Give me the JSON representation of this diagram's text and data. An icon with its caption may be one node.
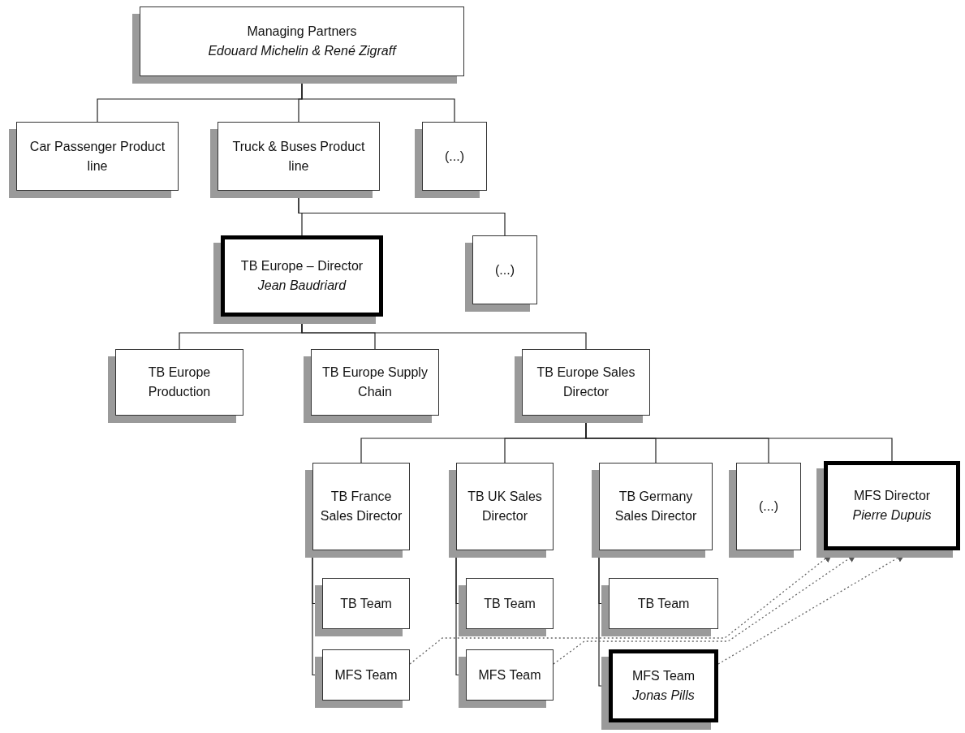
{
  "diagram": {
    "nodes": [
      {
        "text": [
          "Managing Partners",
          "Edouard Michelin & René Zigraff"
        ]
      },
      {
        "text": [
          "Car Passenger Product line"
        ]
      },
      {
        "text": [
          "Truck & Buses Product line"
        ]
      },
      {
        "text": [
          "(...)"
        ]
      },
      {
        "text": [
          "TB Europe – Director",
          "Jean Baudriard"
        ]
      },
      {
        "text": [
          "(...)"
        ]
      },
      {
        "text": [
          "TB Europe Production"
        ]
      },
      {
        "text": [
          "TB Europe Supply Chain"
        ]
      },
      {
        "text": [
          "TB Europe Sales Director"
        ]
      },
      {
        "text": [
          "TB France Sales Director"
        ]
      },
      {
        "text": [
          "TB UK Sales Director"
        ]
      },
      {
        "text": [
          "TB Germany Sales Director"
        ]
      },
      {
        "text": [
          "(...)"
        ]
      },
      {
        "text": [
          "MFS Director",
          "Pierre Dupuis"
        ]
      },
      {
        "text": [
          "TB Team"
        ]
      },
      {
        "text": [
          "MFS Team"
        ]
      },
      {
        "text": [
          "TB Team"
        ]
      },
      {
        "text": [
          "MFS Team"
        ]
      },
      {
        "text": [
          "TB Team"
        ]
      },
      {
        "text": [
          "MFS Team",
          "Jonas Pills"
        ]
      }
    ],
    "edges": [
      {
        "from": 0,
        "to": 1,
        "arrow": "none"
      },
      {
        "from": 0,
        "to": 2,
        "arrow": "none"
      },
      {
        "from": 0,
        "to": 3,
        "arrow": "none"
      },
      {
        "from": 2,
        "to": 4,
        "arrow": "none"
      },
      {
        "from": 2,
        "to": 5,
        "arrow": "none"
      },
      {
        "from": 4,
        "to": 6,
        "arrow": "none"
      },
      {
        "from": 4,
        "to": 7,
        "arrow": "none"
      },
      {
        "from": 4,
        "to": 8,
        "arrow": "none"
      },
      {
        "from": 8,
        "to": 9,
        "arrow": "none"
      },
      {
        "from": 8,
        "to": 10,
        "arrow": "none"
      },
      {
        "from": 8,
        "to": 11,
        "arrow": "none"
      },
      {
        "from": 8,
        "to": 12,
        "arrow": "none"
      },
      {
        "from": 8,
        "to": 13,
        "arrow": "none"
      },
      {
        "from": 9,
        "to": 14,
        "arrow": "none"
      },
      {
        "from": 9,
        "to": 15,
        "arrow": "none"
      },
      {
        "from": 10,
        "to": 16,
        "arrow": "none"
      },
      {
        "from": 10,
        "to": 17,
        "arrow": "none"
      },
      {
        "from": 11,
        "to": 18,
        "arrow": "none"
      },
      {
        "from": 11,
        "to": 19,
        "arrow": "none"
      },
      {
        "from": 15,
        "to": 13,
        "arrow": "to",
        "style": "dashed"
      },
      {
        "from": 17,
        "to": 13,
        "arrow": "to",
        "style": "dashed"
      },
      {
        "from": 19,
        "to": 13,
        "arrow": "to",
        "style": "dashed"
      }
    ]
  }
}
